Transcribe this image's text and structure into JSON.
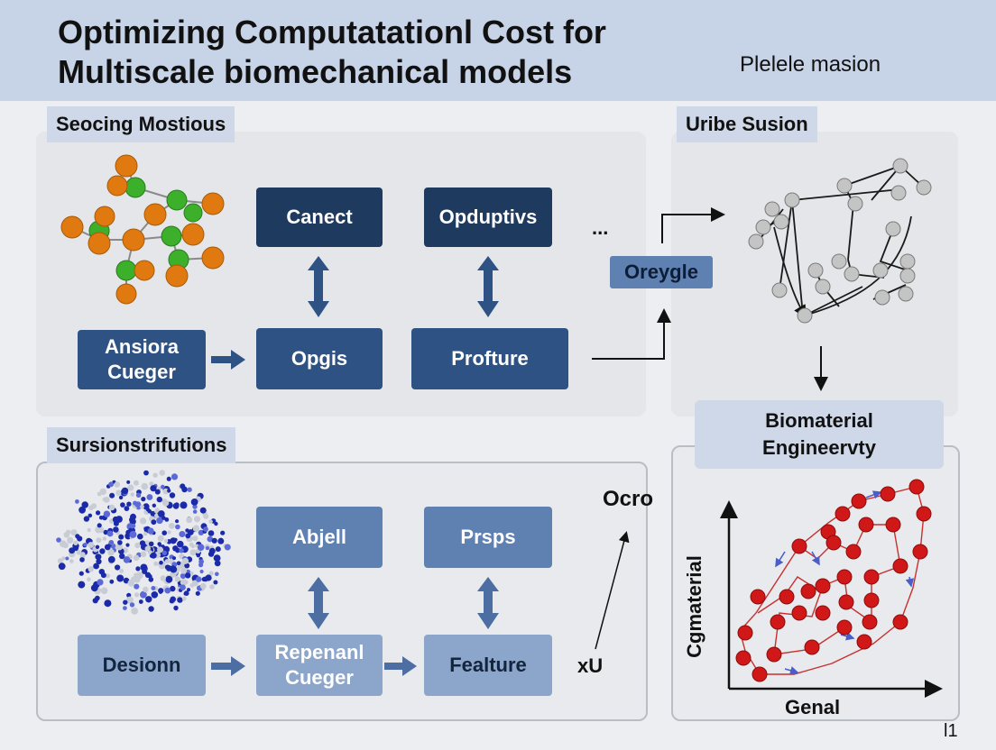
{
  "header": {
    "title_line1": "Optimizing Computatationl Cost for",
    "title_line2": "Multiscale biomechanical models",
    "right_label": "Plelele masion"
  },
  "sections": {
    "top_left": "Seocing Mostious",
    "top_right": "Uribe Susion",
    "bottom_left": "Sursionstrifutions"
  },
  "top_flow": {
    "box_canect": "Canect",
    "box_opduptivs": "Opduptivs",
    "box_ansiora_line1": "Ansiora",
    "box_ansiora_line2": "Cueger",
    "box_opgis": "Opgis",
    "box_profture": "Profture",
    "ellipsis": "...",
    "tag_oreygle": "Oreygle"
  },
  "bottom_flow": {
    "box_abjell": "Abjell",
    "box_prsps": "Prsps",
    "box_desionn": "Desionn",
    "box_repenanl_line1": "Repenanl",
    "box_repenanl_line2": "Cueger",
    "box_fealture": "Fealture",
    "label_ocro": "Ocro",
    "label_xu": "xU"
  },
  "biomaterial": {
    "title_line1": "Biomaterial",
    "title_line2": "Engineervty",
    "y_axis_label": "Cgmaterial",
    "x_axis_label": "Genal"
  },
  "footer": {
    "page_marker": "l1"
  },
  "colors": {
    "header_bg": "#c7d3e6",
    "dark_box": "#1f3a5f",
    "mid_box": "#2e5283",
    "light_box": "#5f81b2",
    "pale_box": "#8ca6cb",
    "node_orange": "#e07a10",
    "node_green": "#3cb02a",
    "node_blue": "#1a2aa8",
    "node_red": "#d01818",
    "node_grey": "#bdbdbd"
  }
}
